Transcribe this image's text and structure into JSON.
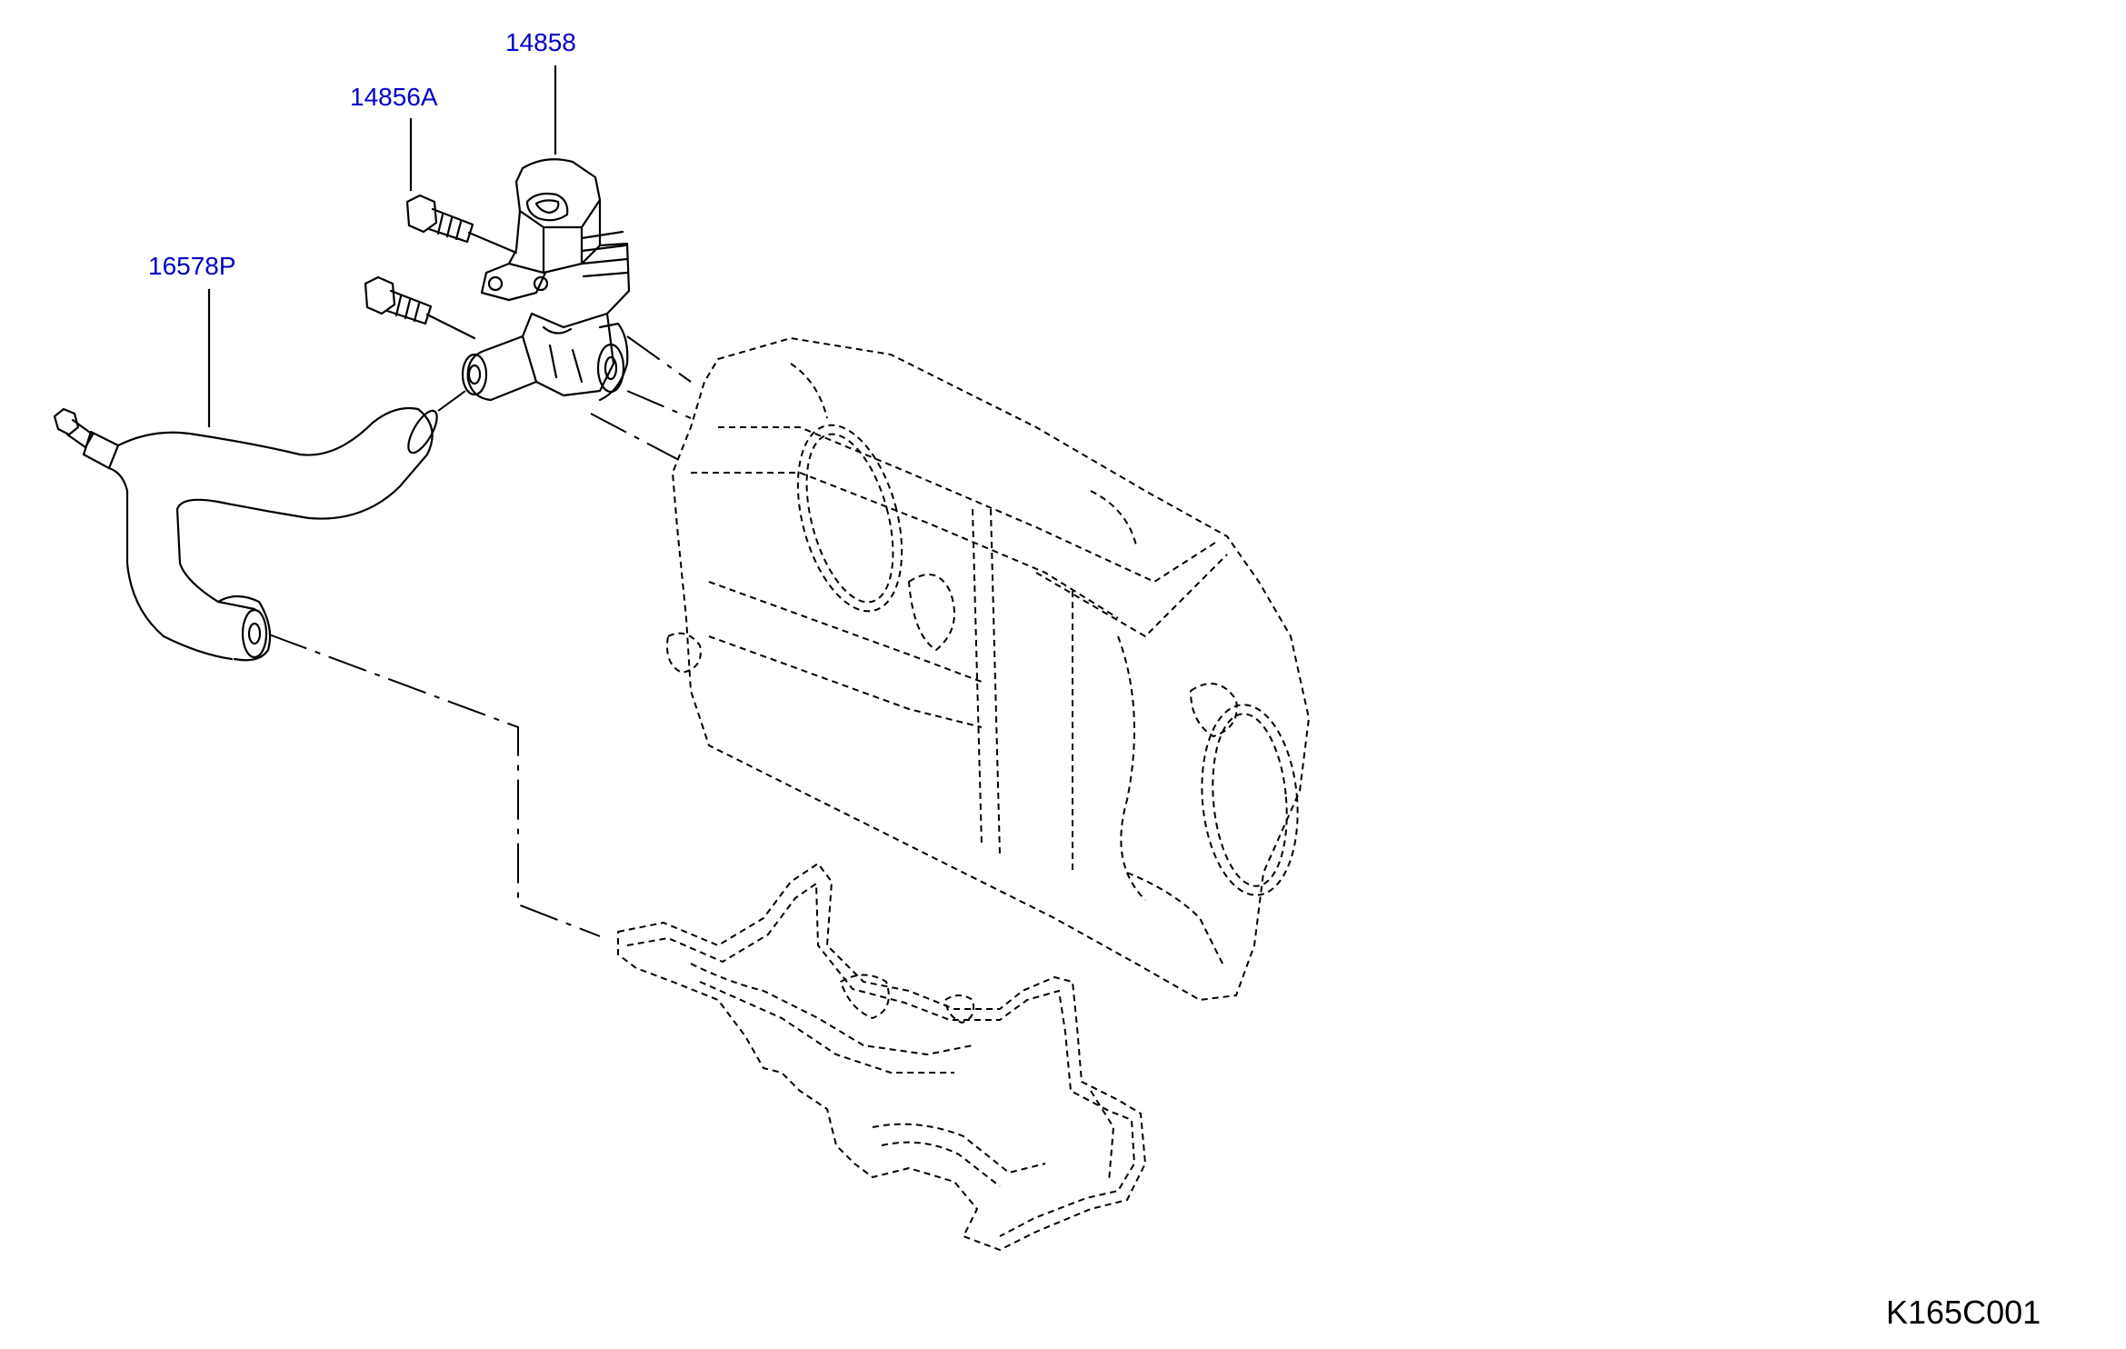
{
  "diagram": {
    "colors": {
      "callout": "#0000cc",
      "line": "#000000",
      "code": "#000000",
      "background": "#ffffff"
    },
    "callouts": [
      {
        "id": "egr-valve",
        "label": "14858"
      },
      {
        "id": "bolt",
        "label": "14856A"
      },
      {
        "id": "hose",
        "label": "16578P"
      }
    ],
    "diagram_code": "K165C001"
  }
}
